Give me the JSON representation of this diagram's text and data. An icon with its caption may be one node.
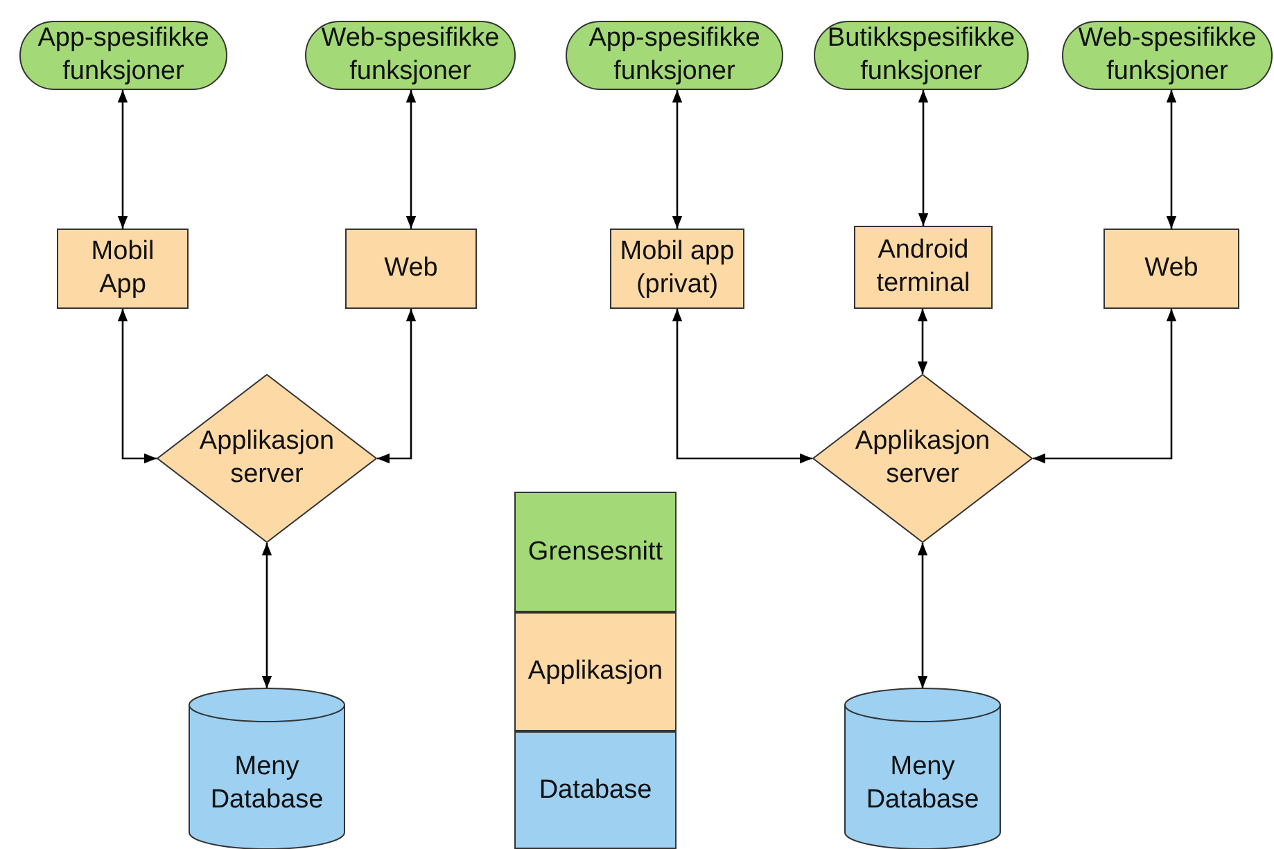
{
  "diagram": {
    "nodes": [
      {
        "text": [
          "App-spesifikke funksjoner"
        ]
      },
      {
        "text": [
          "Web-spesifikke funksjoner"
        ]
      },
      {
        "text": [
          "App-spesifikke funksjoner"
        ]
      },
      {
        "text": [
          "Butikkspesifikke funksjoner"
        ]
      },
      {
        "text": [
          "Web-spesifikke funksjoner"
        ]
      },
      {
        "text": [
          "Mobil App"
        ]
      },
      {
        "text": [
          "Web"
        ]
      },
      {
        "text": [
          "Mobil app (privat)"
        ]
      },
      {
        "text": [
          "Android terminal"
        ]
      },
      {
        "text": [
          "Web"
        ]
      },
      {
        "text": [
          "Applikasjon server"
        ]
      },
      {
        "text": [
          "Applikasjon server"
        ]
      },
      {
        "text": [
          "Meny Database"
        ]
      },
      {
        "text": [
          "Grensesnitt"
        ]
      },
      {
        "text": [
          "Applikasjon"
        ]
      },
      {
        "text": [
          "Database"
        ]
      },
      {
        "text": [
          "Meny Database"
        ]
      }
    ],
    "edges": [
      {
        "from": 0,
        "to": 5,
        "arrow": "both"
      },
      {
        "from": 1,
        "to": 6,
        "arrow": "both"
      },
      {
        "from": 2,
        "to": 7,
        "arrow": "both"
      },
      {
        "from": 3,
        "to": 8,
        "arrow": "both"
      },
      {
        "from": 4,
        "to": 9,
        "arrow": "both"
      },
      {
        "from": 5,
        "to": 10,
        "arrow": "both"
      },
      {
        "from": 6,
        "to": 10,
        "arrow": "both"
      },
      {
        "from": 7,
        "to": 11,
        "arrow": "both"
      },
      {
        "from": 8,
        "to": 11,
        "arrow": "both"
      },
      {
        "from": 9,
        "to": 11,
        "arrow": "both"
      },
      {
        "from": 10,
        "to": 12,
        "arrow": "both"
      },
      {
        "from": 11,
        "to": 16,
        "arrow": "both"
      }
    ]
  }
}
